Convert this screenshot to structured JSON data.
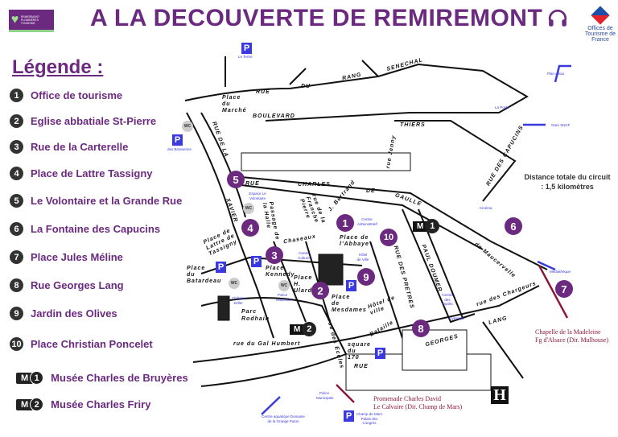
{
  "header": {
    "logo_text": "REMIREMONT PLOMBIÈRES TOURISME",
    "title": "A LA DECOUVERTE DE REMIREMONT",
    "title_icon": "headphones-icon",
    "partner_logo": "Offices de Tourisme de France"
  },
  "legend": {
    "title": "Légende :",
    "items": [
      {
        "num": "1",
        "label": "Office de tourisme"
      },
      {
        "num": "2",
        "label": "Eglise abbatiale St-Pierre"
      },
      {
        "num": "3",
        "label": "Rue de la Carterelle"
      },
      {
        "num": "4",
        "label": "Place de Lattre Tassigny"
      },
      {
        "num": "5",
        "label": "Le Volontaire et la Grande Rue"
      },
      {
        "num": "6",
        "label": "La Fontaine des Capucins"
      },
      {
        "num": "7",
        "label": "Place Jules Méline"
      },
      {
        "num": "8",
        "label": "Rue Georges Lang"
      },
      {
        "num": "9",
        "label": "Jardin des Olives"
      },
      {
        "num": "10",
        "label": "Place Christian Poncelet"
      }
    ],
    "museums": [
      {
        "m": "M",
        "num": "1",
        "label": "Musée Charles de Bruyères"
      },
      {
        "m": "M",
        "num": "2",
        "label": "Musée Charles Friry"
      }
    ]
  },
  "distance": "Distance totale du circuit : 1,5 kilomètres",
  "map": {
    "places": [
      "Le Tertre",
      "des Brasseries",
      "Plan d'eau",
      "La Poste",
      "Gare SNCF",
      "Cinéma",
      "Médiathèque",
      "Centre des impôts",
      "Gymnase",
      "Hôtel de Ville",
      "Centre Culturel",
      "Centre Administratif",
      "Espace Le Volontaire",
      "Police Nationale",
      "Château Zeller",
      "Police Municipale",
      "Centre aquatique Domaine de la Grange Puton",
      "Champ de Mars Palais des Congrès"
    ],
    "streets": [
      "RUE",
      "DU",
      "RANG",
      "SENECHAL",
      "Place du Marché",
      "BOULEVARD",
      "THIERS",
      "RUE DE LA",
      "XAVIER",
      "RUE",
      "CHARLES",
      "DE",
      "GAULLE",
      "rue de la Franche Pierre",
      "J. Bertrand",
      "Place de l'Abbaye",
      "RUE DES PRETRES",
      "PAUL DOUMER",
      "GEORGES",
      "LANG",
      "rue des Chargeurs",
      "de Maucervelle",
      "RUE DES CAPUCINS",
      "Place du Batardeau",
      "Place Kennedy",
      "Place H. Ulard",
      "Place de Mesdames",
      "Parc Rodhain",
      "rue du Gal Humbert",
      "rue des Ecoles",
      "square du 170",
      "Bataille",
      "Hôtel de ville",
      "Place de Lattre de Tassigny",
      "Passage de la Halle",
      "rue Jenny",
      "Chaseaux",
      "RUE"
    ],
    "wc": "WC",
    "parking": "P",
    "directions": [
      "Promenade Charles David",
      "Le Calvaire (Dir. Champ de Mars)",
      "Chapelle de la Madeleine",
      "Fg d'Alsace (Dir. Mulhouse)"
    ],
    "hotel": "H"
  },
  "colors": {
    "brand": "#6b2a7f",
    "info_blue": "#3a3ae0",
    "direction_red": "#8a1a3a"
  }
}
